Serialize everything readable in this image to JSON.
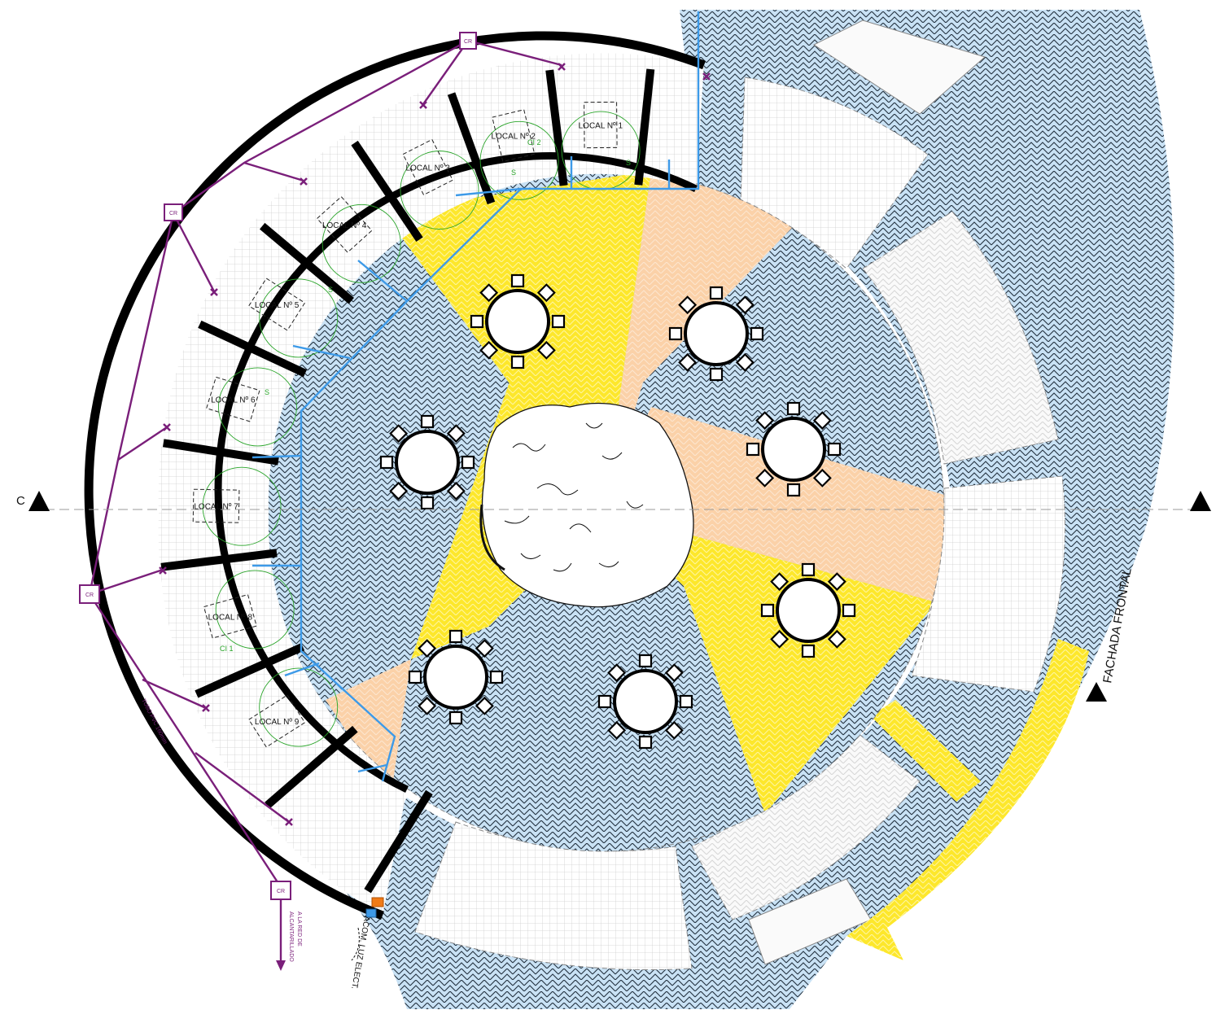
{
  "section_mark": {
    "label": "C"
  },
  "facade": {
    "label": "FACHADA FRONTAL"
  },
  "locales": [
    {
      "label": "LOCAL Nº 1"
    },
    {
      "label": "LOCAL Nº 2"
    },
    {
      "label": "LOCAL Nº 3"
    },
    {
      "label": "LOCAL Nº 4"
    },
    {
      "label": "LOCAL Nº 5"
    },
    {
      "label": "LOCAL Nº 6"
    },
    {
      "label": "LOCAL Nº 7"
    },
    {
      "label": "LOCAL Nº 8"
    },
    {
      "label": "LOCAL Nº 9"
    }
  ],
  "inspection_chambers": {
    "label": "CR"
  },
  "circuits": {
    "ci1": "CI 1",
    "ci2": "CI 2",
    "switch": "S"
  },
  "pipe": {
    "label": "TUBO PVC 160mm"
  },
  "sewer": {
    "line1": "A LA RED DE",
    "line2": "ALCANTARILLADO"
  },
  "electric": {
    "label": "ACOM. LUZ ELECT."
  },
  "colors": {
    "paving_blue": "#c9e2f5",
    "sector_yellow": "#fde72b",
    "sector_peach": "#fbd1a8",
    "water_line": "#3d9ae8",
    "sewer_line": "#7a1f7a",
    "electric_green": "#2aa52a"
  }
}
